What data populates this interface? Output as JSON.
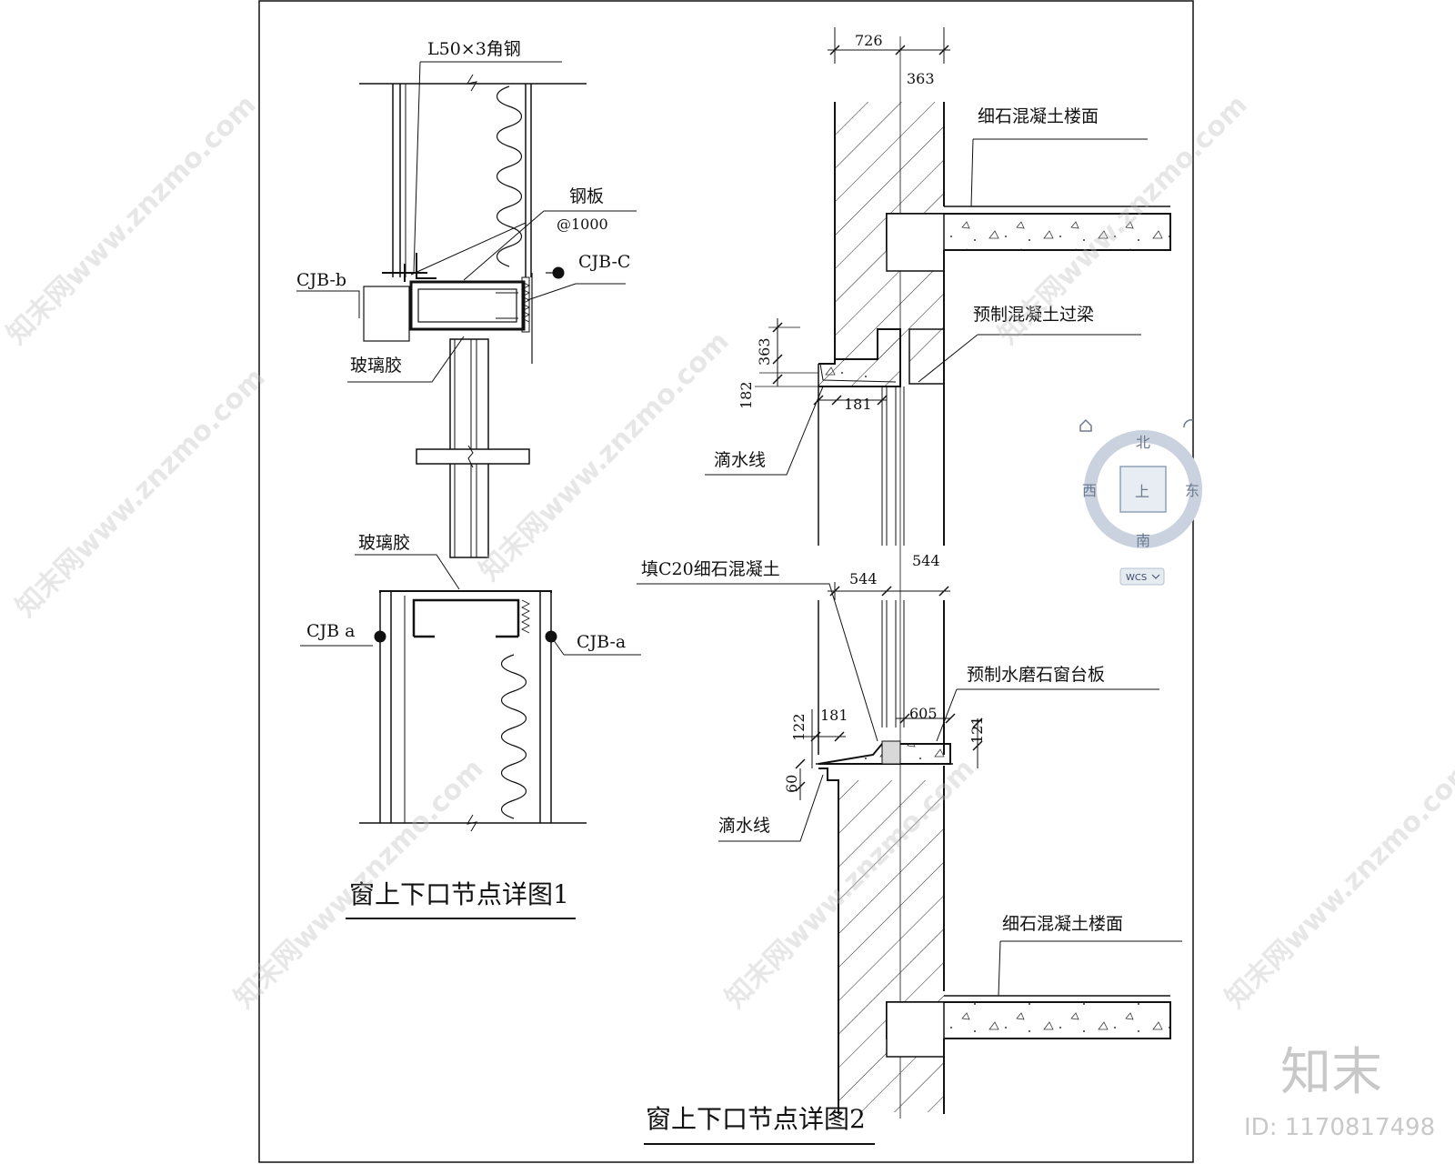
{
  "detail1": {
    "title": "窗上下口节点详图1",
    "labels": {
      "angle_steel": "L50×3角钢",
      "steel_plate": "钢板",
      "steel_plate_spacing": "@1000",
      "cjb_b": "CJB-b",
      "cjb_c": "CJB-C",
      "glass_glue_top": "玻璃胶",
      "glass_glue_bottom": "玻璃胶",
      "cjb_a_left": "CJB a",
      "cjb_a_right": "CJB-a"
    }
  },
  "detail2": {
    "title": "窗上下口节点详图2",
    "labels": {
      "floor_top": "细石混凝土楼面",
      "lintel": "预制混凝土过梁",
      "drip_top": "滴水线",
      "fill_concrete": "填C20细石混凝土",
      "sill_board": "预制水磨石窗台板",
      "drip_bottom": "滴水线",
      "floor_bottom": "细石混凝土楼面"
    },
    "dims": {
      "d726": "726",
      "d363_top": "363",
      "d363_side": "363",
      "d182": "182",
      "d181_top": "181",
      "d544_left": "544",
      "d544_right": "544",
      "d181_bottom": "181",
      "d122": "122",
      "d605": "605",
      "d121": "121",
      "d60": "60"
    }
  },
  "view_cube": {
    "north": "北",
    "south": "南",
    "west": "西",
    "east": "东",
    "top": "上",
    "wcs": "WCS"
  },
  "watermark": {
    "text": "知末网www.znzmo.com",
    "brand": "知末",
    "id": "ID: 1170817498"
  },
  "colors": {
    "line": "#111111",
    "viewcube_accent": "#3b6fb6"
  }
}
